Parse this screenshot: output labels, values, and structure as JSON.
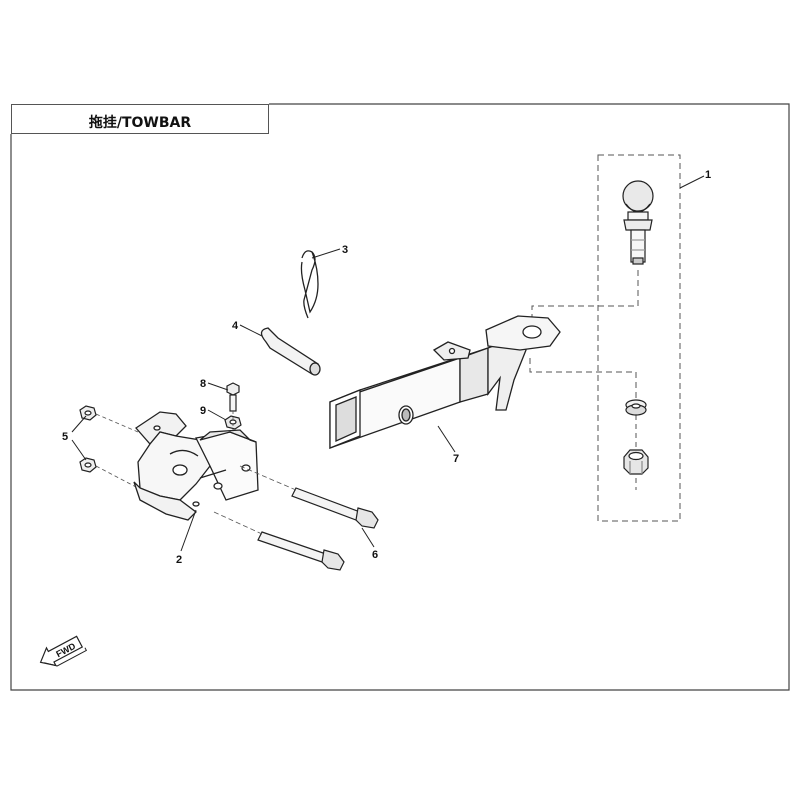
{
  "title": "拖挂/TOWBAR",
  "callouts": [
    {
      "id": "1",
      "label": "1"
    },
    {
      "id": "2",
      "label": "2"
    },
    {
      "id": "3",
      "label": "3"
    },
    {
      "id": "4",
      "label": "4"
    },
    {
      "id": "5",
      "label": "5"
    },
    {
      "id": "6",
      "label": "6"
    },
    {
      "id": "7",
      "label": "7"
    },
    {
      "id": "8",
      "label": "8"
    },
    {
      "id": "9",
      "label": "9"
    }
  ],
  "fwd_label": "FWD",
  "colors": {
    "line": "#222222",
    "frame": "#444444",
    "dash": "#555555"
  }
}
